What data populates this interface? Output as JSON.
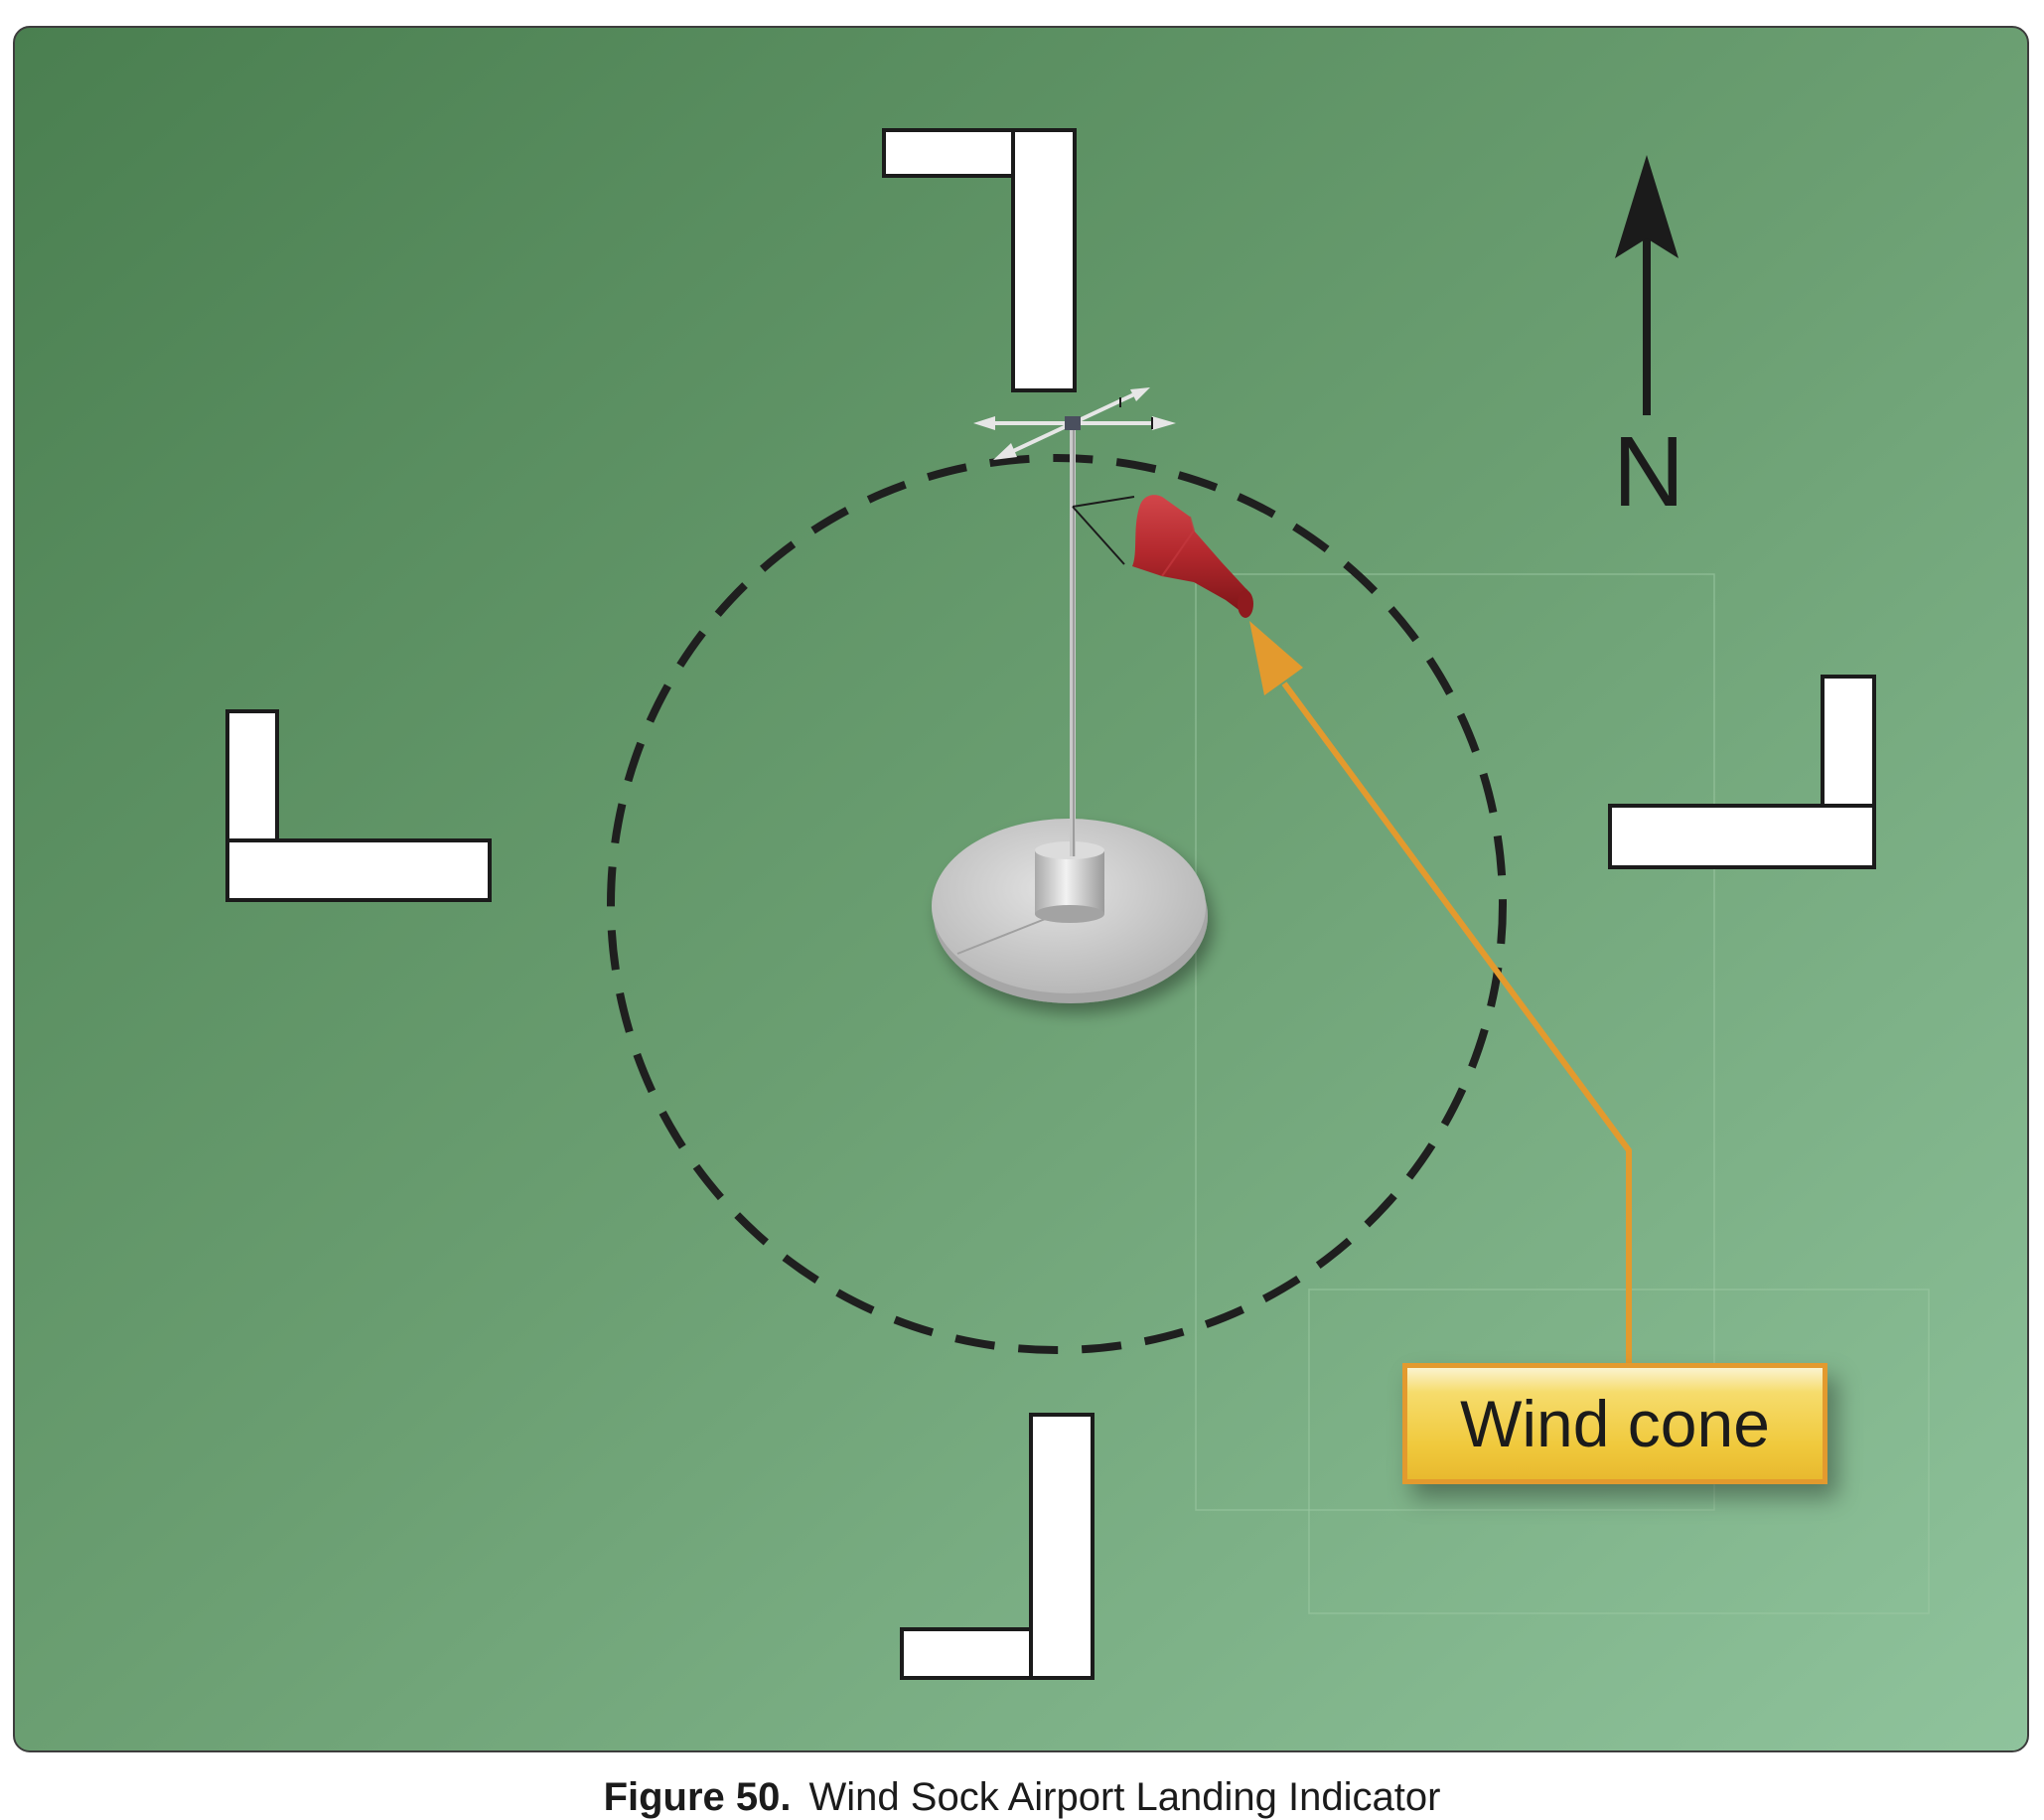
{
  "compass": {
    "letter": "N",
    "icon": "north-arrow-icon"
  },
  "callout": {
    "label": "Wind cone"
  },
  "caption": {
    "number": "Figure 50.",
    "title": "Wind Sock Airport Landing Indicator"
  },
  "colors": {
    "ground_dark": "#4a7f50",
    "ground_light": "#8fc39c",
    "marker": "#ffffff",
    "dashed_circle": "#1f1f1f",
    "wind_cone": "#b3282d",
    "leader_line": "#e39a2e",
    "callout_fill": "#f0c93c"
  },
  "icons": {
    "wind_cone": "wind-cone-icon",
    "wind_vane": "wind-vane-icon",
    "mast_base": "mast-base-icon"
  }
}
